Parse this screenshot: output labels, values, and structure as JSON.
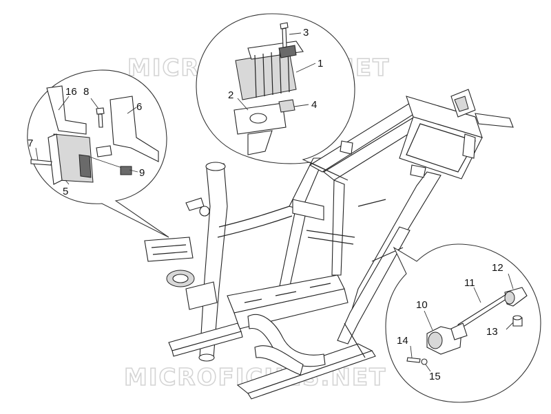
{
  "watermark": {
    "text": "MICROFICHES.NET"
  },
  "labels": [
    {
      "id": "1",
      "text": "1"
    },
    {
      "id": "2",
      "text": "2"
    },
    {
      "id": "3",
      "text": "3"
    },
    {
      "id": "4",
      "text": "4"
    },
    {
      "id": "5",
      "text": "5"
    },
    {
      "id": "6",
      "text": "6"
    },
    {
      "id": "7",
      "text": "7"
    },
    {
      "id": "8",
      "text": "8"
    },
    {
      "id": "9",
      "text": "9"
    },
    {
      "id": "10",
      "text": "10"
    },
    {
      "id": "11",
      "text": "11"
    },
    {
      "id": "12",
      "text": "12"
    },
    {
      "id": "13",
      "text": "13"
    },
    {
      "id": "14",
      "text": "14"
    },
    {
      "id": "15",
      "text": "15"
    },
    {
      "id": "16",
      "text": "16"
    }
  ]
}
